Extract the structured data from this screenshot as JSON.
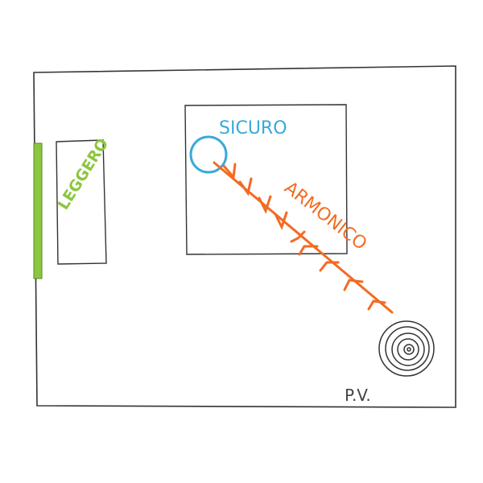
{
  "labels": {
    "leggero": "LEGGERO",
    "sicuro": "SICURO",
    "armonico": "ARMONICO",
    "pv": "P.V."
  },
  "colors": {
    "outline": "#333333",
    "green": "#8cc63f",
    "blue": "#3aa9d8",
    "orange": "#f26b21"
  }
}
